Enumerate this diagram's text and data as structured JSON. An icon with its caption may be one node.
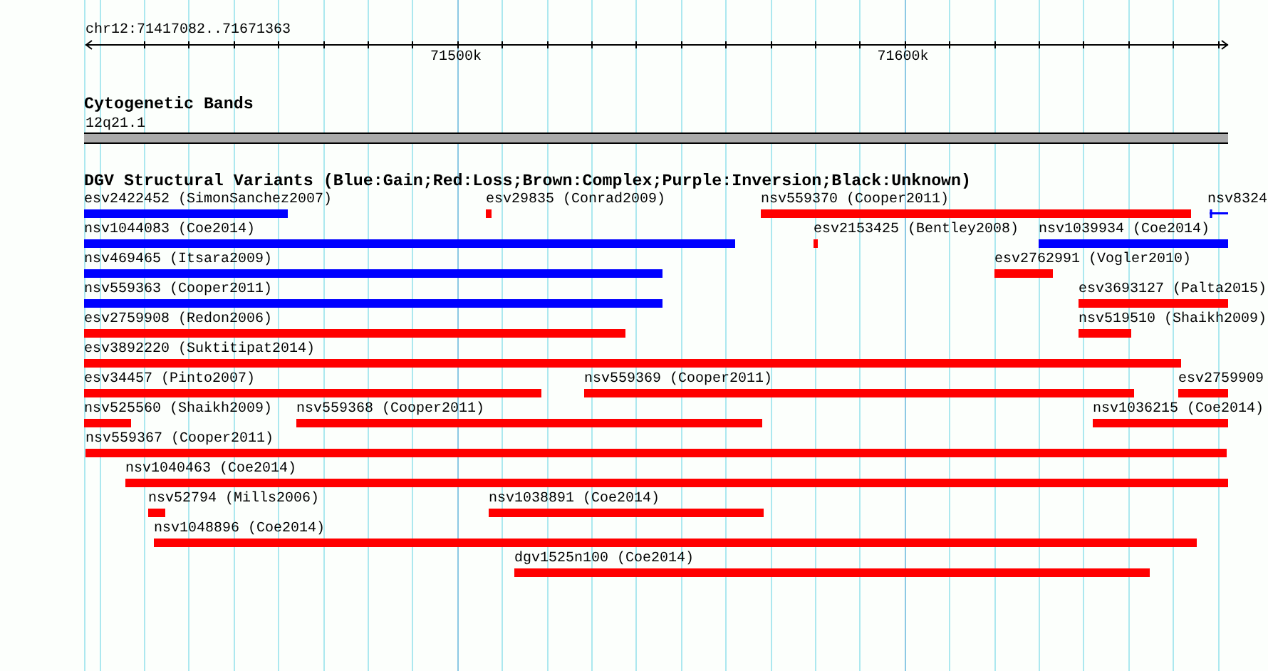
{
  "diagram": {
    "nodes": [
      {
        "text": [
          "12q21.1"
        ]
      },
      {
        "text": [
          "esv2422452 (SimonSanchez2007)"
        ]
      },
      {
        "text": [
          "esv29835 (Conrad2009)"
        ]
      },
      {
        "text": [
          "nsv559370 (Cooper2011)"
        ]
      },
      {
        "text": [
          "nsv8324"
        ]
      },
      {
        "text": [
          "nsv1044083 (Coe2014)"
        ]
      },
      {
        "text": [
          "esv2153425 (Bentley2008)"
        ]
      },
      {
        "text": [
          "nsv1039934 (Coe2014)"
        ]
      },
      {
        "text": [
          "nsv469465 (Itsara2009)"
        ]
      },
      {
        "text": [
          "esv2762991 (Vogler2010)"
        ]
      },
      {
        "text": [
          "nsv559363 (Cooper2011)"
        ]
      },
      {
        "text": [
          "esv3693127 (Palta2015)"
        ]
      },
      {
        "text": [
          "esv2759908 (Redon2006)"
        ]
      },
      {
        "text": [
          "nsv519510 (Shaikh2009)"
        ]
      },
      {
        "text": [
          "esv3892220 (Suktitipat2014)"
        ]
      },
      {
        "text": [
          "esv34457 (Pinto2007)"
        ]
      },
      {
        "text": [
          "nsv559369 (Cooper2011)"
        ]
      },
      {
        "text": [
          "esv2759909"
        ]
      },
      {
        "text": [
          "nsv525560 (Shaikh2009)"
        ]
      },
      {
        "text": [
          "nsv559368 (Cooper2011)"
        ]
      },
      {
        "text": [
          "nsv1036215 (Coe2014)"
        ]
      },
      {
        "text": [
          "nsv559367 (Cooper2011)"
        ]
      },
      {
        "text": [
          "nsv1040463 (Coe2014)"
        ]
      },
      {
        "text": [
          "nsv52794 (Mills2006)"
        ]
      },
      {
        "text": [
          "nsv1038891 (Coe2014)"
        ]
      },
      {
        "text": [
          "nsv1048896 (Coe2014)"
        ]
      },
      {
        "text": [
          "dgv1525n100 (Coe2014)"
        ]
      }
    ],
    "labels": [
      "chr12:71417082..71671363",
      "71500k",
      "71600k",
      "Cytogenetic Bands",
      "DGV Structural Variants (Blue:Gain;Red:Loss;Brown:Complex;Purple:Inversion;Black:Unknown)"
    ]
  }
}
